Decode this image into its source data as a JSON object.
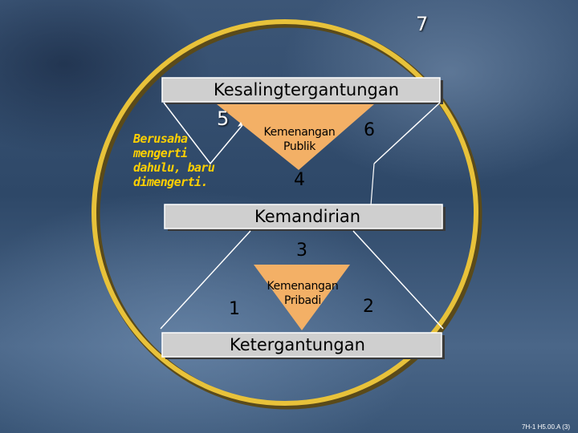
{
  "diagram": {
    "top_bar_label": "Kesalingtergantungan",
    "middle_bar_label": "Kemandirian",
    "bottom_bar_label": "Ketergantungan",
    "public_victory_label": "Kemenangan\nPublik",
    "private_victory_label": "Kemenangan\nPribadi",
    "side_note": "Berusaha\nmengerti\ndahulu, baru\ndimengerti.",
    "numbers": {
      "n1": "1",
      "n2": "2",
      "n3": "3",
      "n4": "4",
      "n5": "5",
      "n6": "6",
      "n7": "7"
    }
  },
  "footer": {
    "code": "7H-1 H5.00.A (3)"
  },
  "colors": {
    "circle_border": "#e8c23a",
    "bar_fill": "#cfcfcf",
    "triangle_fill": "#f3b066",
    "side_text": "#ffd000"
  }
}
